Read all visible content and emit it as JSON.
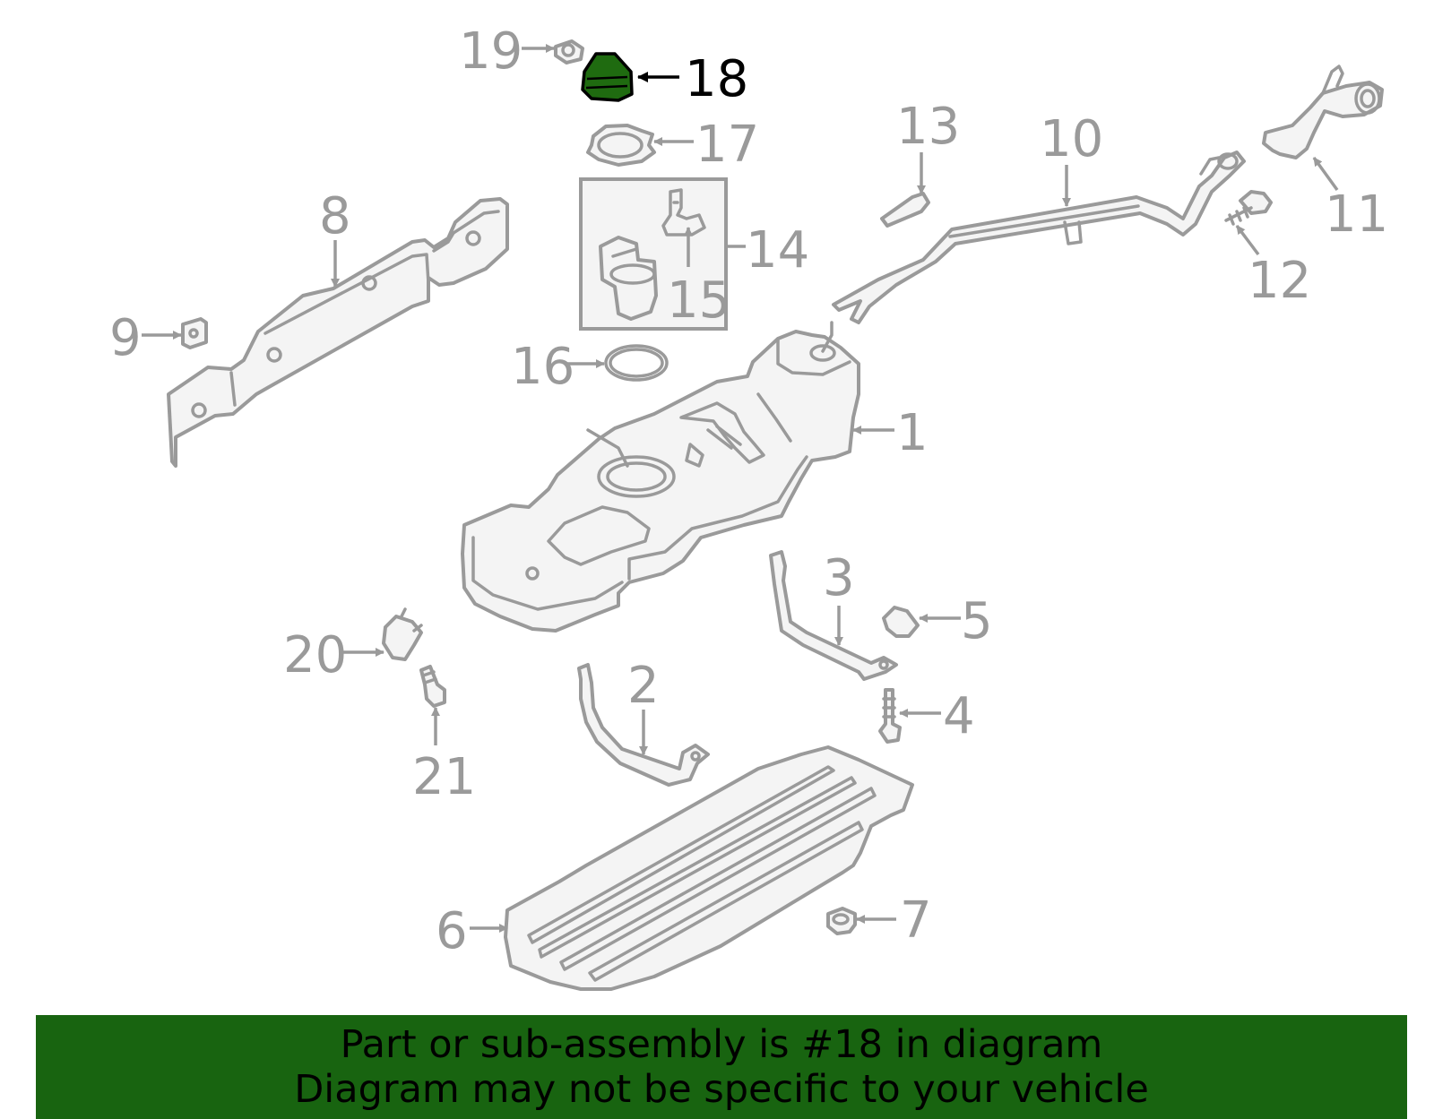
{
  "diagram": {
    "highlight_part": "18",
    "colors": {
      "line": "#9a9a9a",
      "highlight": "#1f6b10",
      "banner": "#186410",
      "text": "#000000"
    },
    "callouts": [
      {
        "id": "c1",
        "label": "1"
      },
      {
        "id": "c2",
        "label": "2"
      },
      {
        "id": "c3",
        "label": "3"
      },
      {
        "id": "c4",
        "label": "4"
      },
      {
        "id": "c5",
        "label": "5"
      },
      {
        "id": "c6",
        "label": "6"
      },
      {
        "id": "c7",
        "label": "7"
      },
      {
        "id": "c8",
        "label": "8"
      },
      {
        "id": "c9",
        "label": "9"
      },
      {
        "id": "c10",
        "label": "10"
      },
      {
        "id": "c11",
        "label": "11"
      },
      {
        "id": "c12",
        "label": "12"
      },
      {
        "id": "c13",
        "label": "13"
      },
      {
        "id": "c14",
        "label": "14"
      },
      {
        "id": "c15",
        "label": "15"
      },
      {
        "id": "c16",
        "label": "16"
      },
      {
        "id": "c17",
        "label": "17"
      },
      {
        "id": "c18",
        "label": "18"
      },
      {
        "id": "c19",
        "label": "19"
      },
      {
        "id": "c20",
        "label": "20"
      },
      {
        "id": "c21",
        "label": "21"
      }
    ]
  },
  "banner": {
    "line1": "Part or sub-assembly is #18 in diagram",
    "line2": "Diagram may not be specific to your vehicle"
  }
}
